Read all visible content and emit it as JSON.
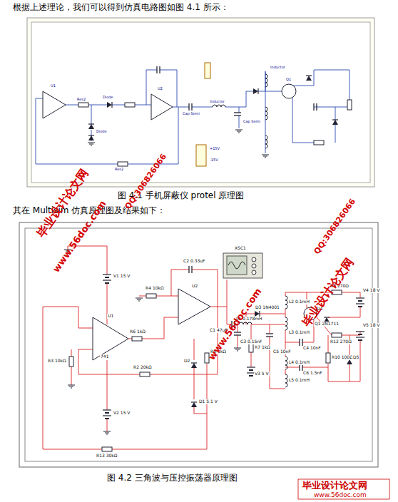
{
  "diagram": {
    "labels": [
      "根据上述理论，我们可以得到仿真电路图如图 4.1 所示：",
      "图 4.1 手机屏蔽仪 protel 原理图",
      "其在 Multisim 仿真原理图及结果如下：",
      "图 4.2 三角波与压控振荡器原理图",
      "Diode",
      "Diode",
      "Cap Semi",
      "Inductor",
      "Cap Semi",
      "Res2",
      "Res2",
      "+15V",
      "-15V",
      "U1",
      "U2",
      "Q1",
      "Inductor",
      "V1 15 V",
      "U1",
      "741",
      "R6 1kΩ",
      "R4 10kΩ",
      "C2 0.33uF",
      "U2",
      "R2 20kΩ",
      "R3 10kΩ",
      "R5 1kΩ",
      "D2",
      "D1 5.1 V",
      "V2 15 V",
      "R13 30kΩ",
      "XSC1",
      "C1 47uF",
      "L1 0.178mH",
      "C3 0.15nF",
      "R7 1kΩ",
      "V3 5 V",
      "D3 1N4001",
      "C5 10nF",
      "L2 0.1mH",
      "L3 0.1mH",
      "L4 0.1mH",
      "L5 0.1mH",
      "Q1 2N1711",
      "C4 10nF",
      "C6 1.5nF",
      "R8 270Ω",
      "V4 18 V",
      "D4",
      "R12 270Ω",
      "V5 18 V",
      "R10 100Ω",
      "D5",
      "毕业设计论文网",
      "www.56doc.com",
      "QQ:306826066",
      "www.56doc.com",
      "QQ:306826066",
      "毕业设计论文网",
      "毕业设计论文网",
      "www.56doc.com"
    ]
  }
}
